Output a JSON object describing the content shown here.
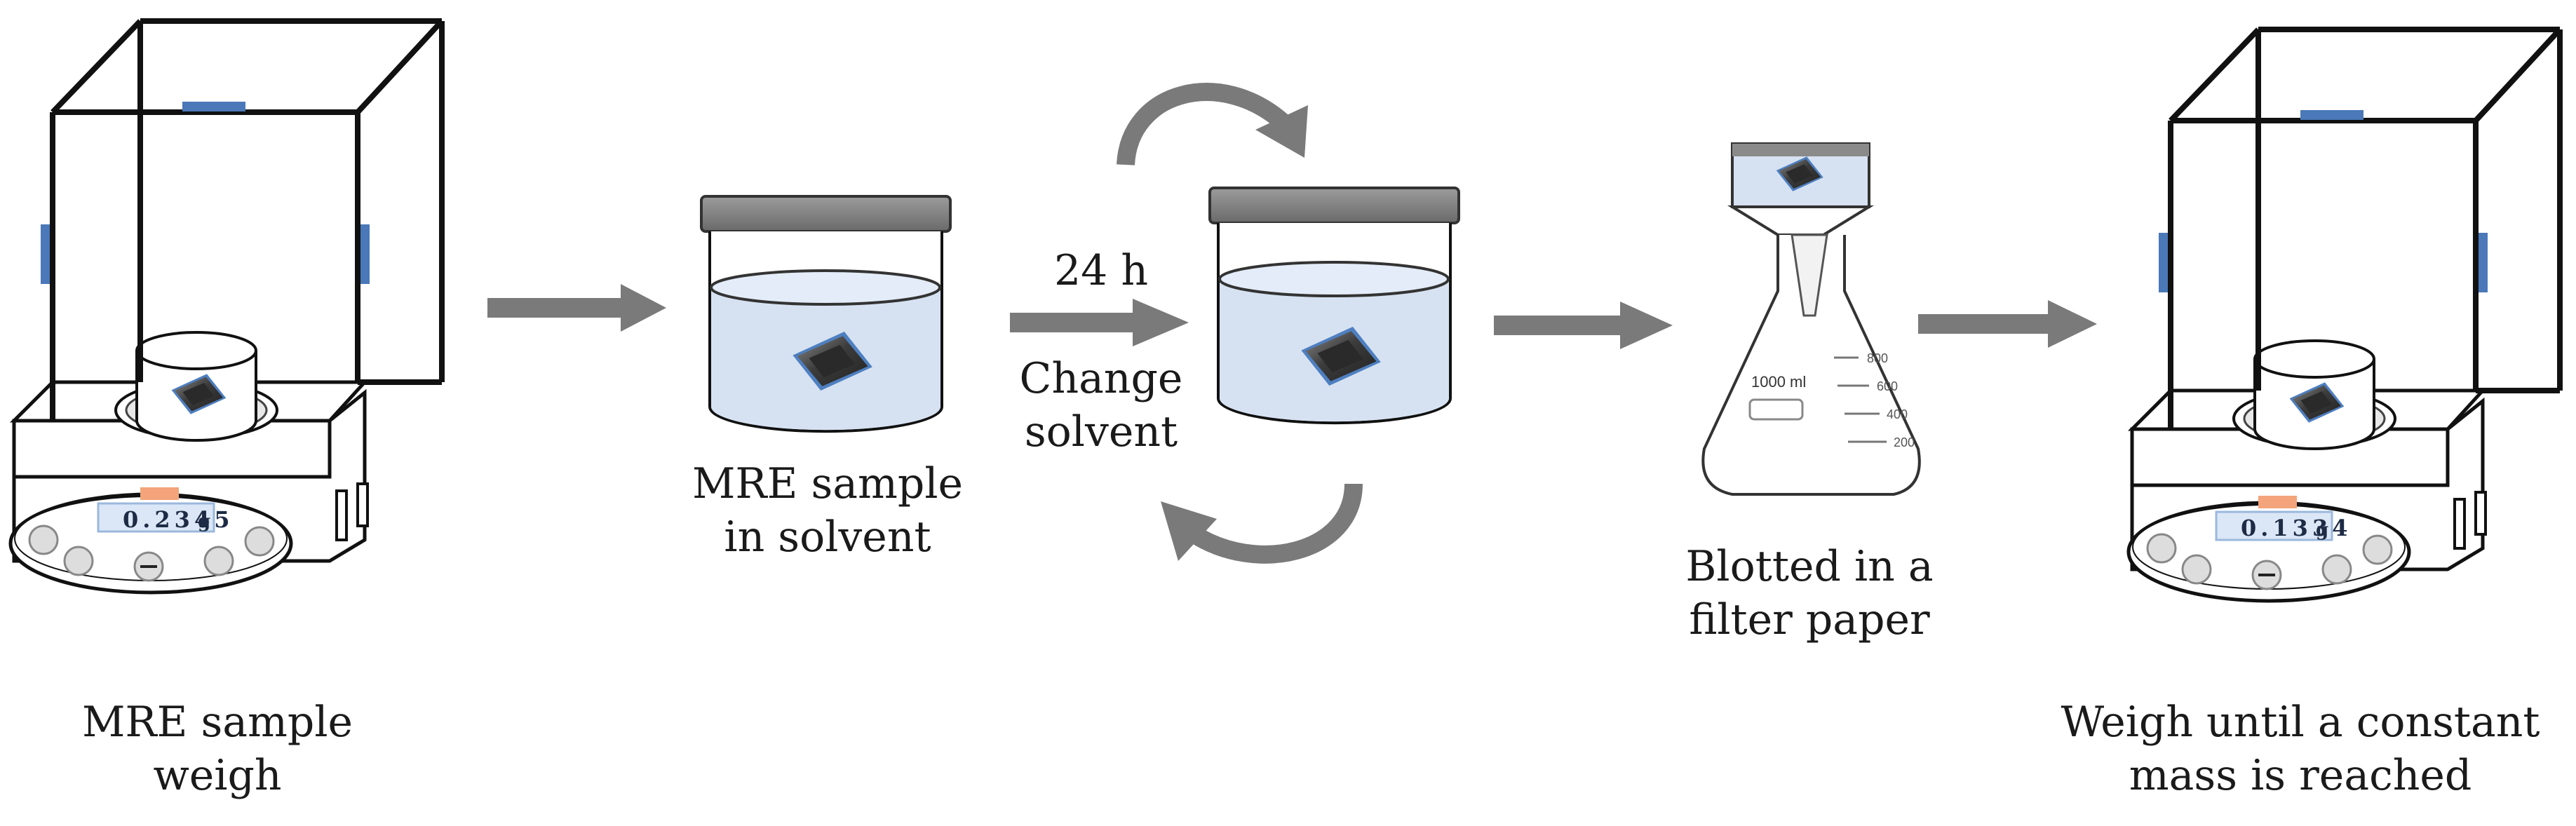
{
  "steps": {
    "weigh_initial": {
      "caption_line1": "MRE sample",
      "caption_line2": "weigh",
      "display_value": "0.2345",
      "display_unit": "g"
    },
    "immerse": {
      "caption_line1": "MRE sample",
      "caption_line2": "in solvent"
    },
    "solvent_cycle": {
      "interval": "24 h",
      "caption_line1": "Change",
      "caption_line2": "solvent"
    },
    "blot": {
      "caption_line1": "Blotted in a",
      "caption_line2": "filter paper",
      "flask_volume": "1000 ml",
      "graduations": [
        "800",
        "600",
        "400",
        "200"
      ]
    },
    "weigh_final": {
      "caption_line1": "Weigh until a constant",
      "caption_line2": "mass is reached",
      "display_value": "0.1334",
      "display_unit": "g"
    }
  },
  "colors": {
    "outline": "#111111",
    "arrow": "#7a7a7a",
    "solvent": "#d6e2f2",
    "sample": "#3a3a3a",
    "sample_edge": "#3b6fb0",
    "display": "#dbe7f6",
    "indicator": "#f3a47a",
    "latch": "#4a78b8"
  }
}
